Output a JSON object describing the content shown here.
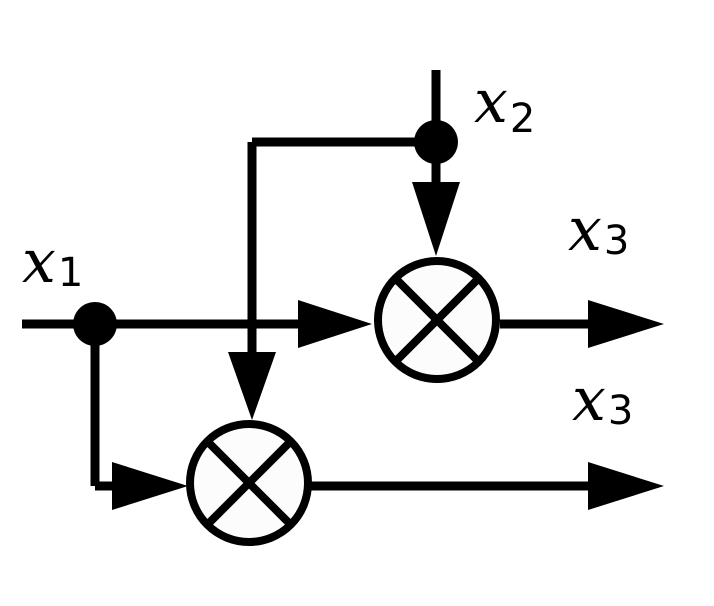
{
  "labels": {
    "x1": {
      "base": "x",
      "sub": "1"
    },
    "x2": {
      "base": "x",
      "sub": "2"
    },
    "x3_top": {
      "base": "x",
      "sub": "3"
    },
    "x3_bottom": {
      "base": "x",
      "sub": "3"
    }
  }
}
